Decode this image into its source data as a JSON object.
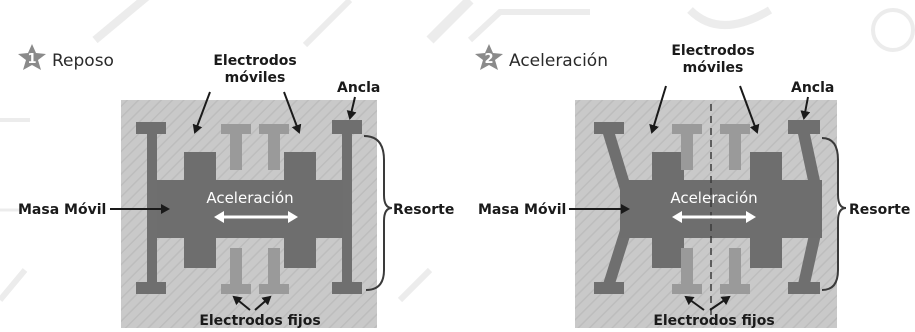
{
  "panels": [
    {
      "step_number": "1",
      "title": "Reposo",
      "label_moving_electrodes_line1": "Electrodos",
      "label_moving_electrodes_line2": "móviles",
      "label_anchor": "Ancla",
      "label_mass": "Masa Móvil",
      "label_spring": "Resorte",
      "label_acceleration": "Aceleración",
      "label_fixed_electrodes": "Electrodos fijos"
    },
    {
      "step_number": "2",
      "title": "Aceleración",
      "label_moving_electrodes_line1": "Electrodos",
      "label_moving_electrodes_line2": "móviles",
      "label_anchor": "Ancla",
      "label_mass": "Masa Móvil",
      "label_spring": "Resorte",
      "label_acceleration": "Aceleración",
      "label_fixed_electrodes": "Electrodos fijos"
    }
  ],
  "colors": {
    "substrate": "#c8c8c8",
    "structure_dark": "#6e6e6e",
    "electrode_light": "#9a9a9a",
    "badge": "#8a8a8a",
    "background_deco": "#e8e8e8"
  },
  "icons": [
    "star-badge-icon",
    "arrow-icon",
    "brace-icon"
  ]
}
